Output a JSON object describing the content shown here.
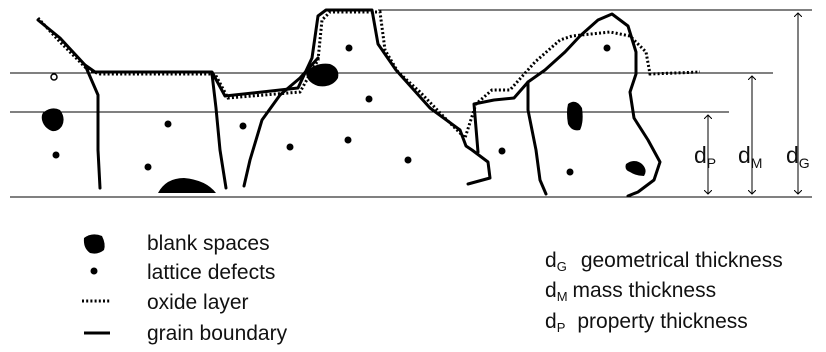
{
  "legend": {
    "blank_spaces": "blank spaces",
    "lattice_defects": "lattice defects",
    "oxide_layer": "oxide layer",
    "grain_boundary": "grain boundary"
  },
  "dimensions": {
    "dP": {
      "d": "d",
      "sub": "P"
    },
    "dM": {
      "d": "d",
      "sub": "M"
    },
    "dG": {
      "d": "d",
      "sub": "G"
    }
  },
  "definitions": [
    {
      "d": "d",
      "sub": "G",
      "text": "geometrical thickness"
    },
    {
      "d": "d",
      "sub": "M",
      "text": "mass thickness"
    },
    {
      "d": "d",
      "sub": "P",
      "text": "property thickness"
    }
  ]
}
